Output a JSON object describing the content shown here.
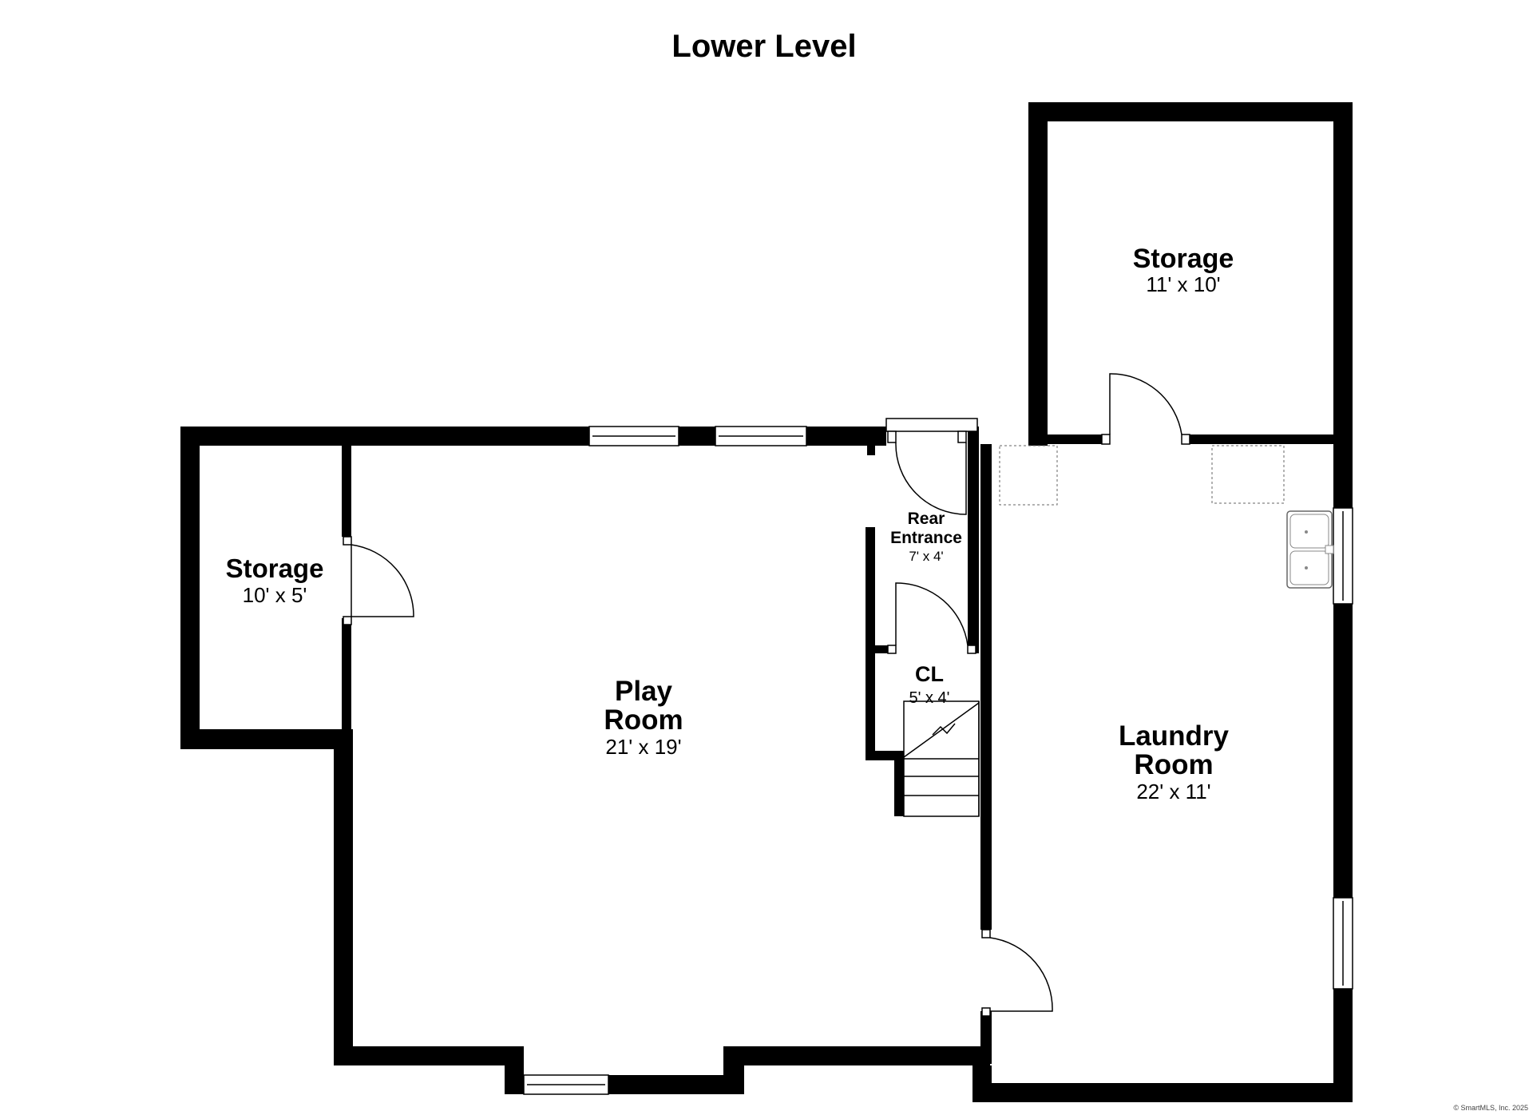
{
  "title": "Lower Level",
  "rooms": [
    {
      "id": "storage-left",
      "name": "Storage",
      "dims": "10' x 5'"
    },
    {
      "id": "play-room",
      "name_line1": "Play",
      "name_line2": "Room",
      "dims": "21' x 19'"
    },
    {
      "id": "rear-entrance",
      "name_line1": "Rear",
      "name_line2": "Entrance",
      "dims": "7' x 4'"
    },
    {
      "id": "closet",
      "name": "CL",
      "dims": "5' x 4'"
    },
    {
      "id": "storage-right",
      "name": "Storage",
      "dims": "11' x 10'"
    },
    {
      "id": "laundry-room",
      "name_line1": "Laundry",
      "name_line2": "Room",
      "dims": "22' x 11'"
    }
  ],
  "copyright": "© SmartMLS, Inc. 2025"
}
